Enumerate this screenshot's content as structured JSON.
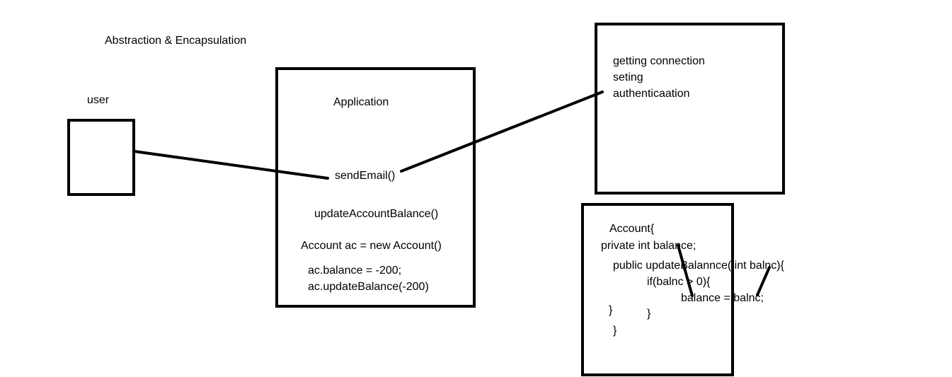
{
  "title": "Abstraction & Encapsulation",
  "user": {
    "label": "user"
  },
  "application": {
    "label": "Application",
    "methods": {
      "send_email": "sendEmail()",
      "update_balance": "updateAccountBalance()",
      "new_account": "Account ac = new Account()",
      "set_balance": "ac.balance = -200;",
      "call_update": "ac.updateBalance(-200)"
    }
  },
  "email_service": {
    "lines": [
      "getting connection",
      "seting",
      "authenticaation"
    ]
  },
  "account_class": {
    "header": "Account{",
    "field": "private  int balance;",
    "method_sig": "public updateBalannce( int balnc){",
    "if_line": "if(balnc > 0){",
    "assign_line": "balance = balnc;",
    "close_if": "}",
    "close_method": "}",
    "close_class": "}"
  },
  "colors": {
    "stroke": "#000000",
    "background": "#ffffff"
  }
}
